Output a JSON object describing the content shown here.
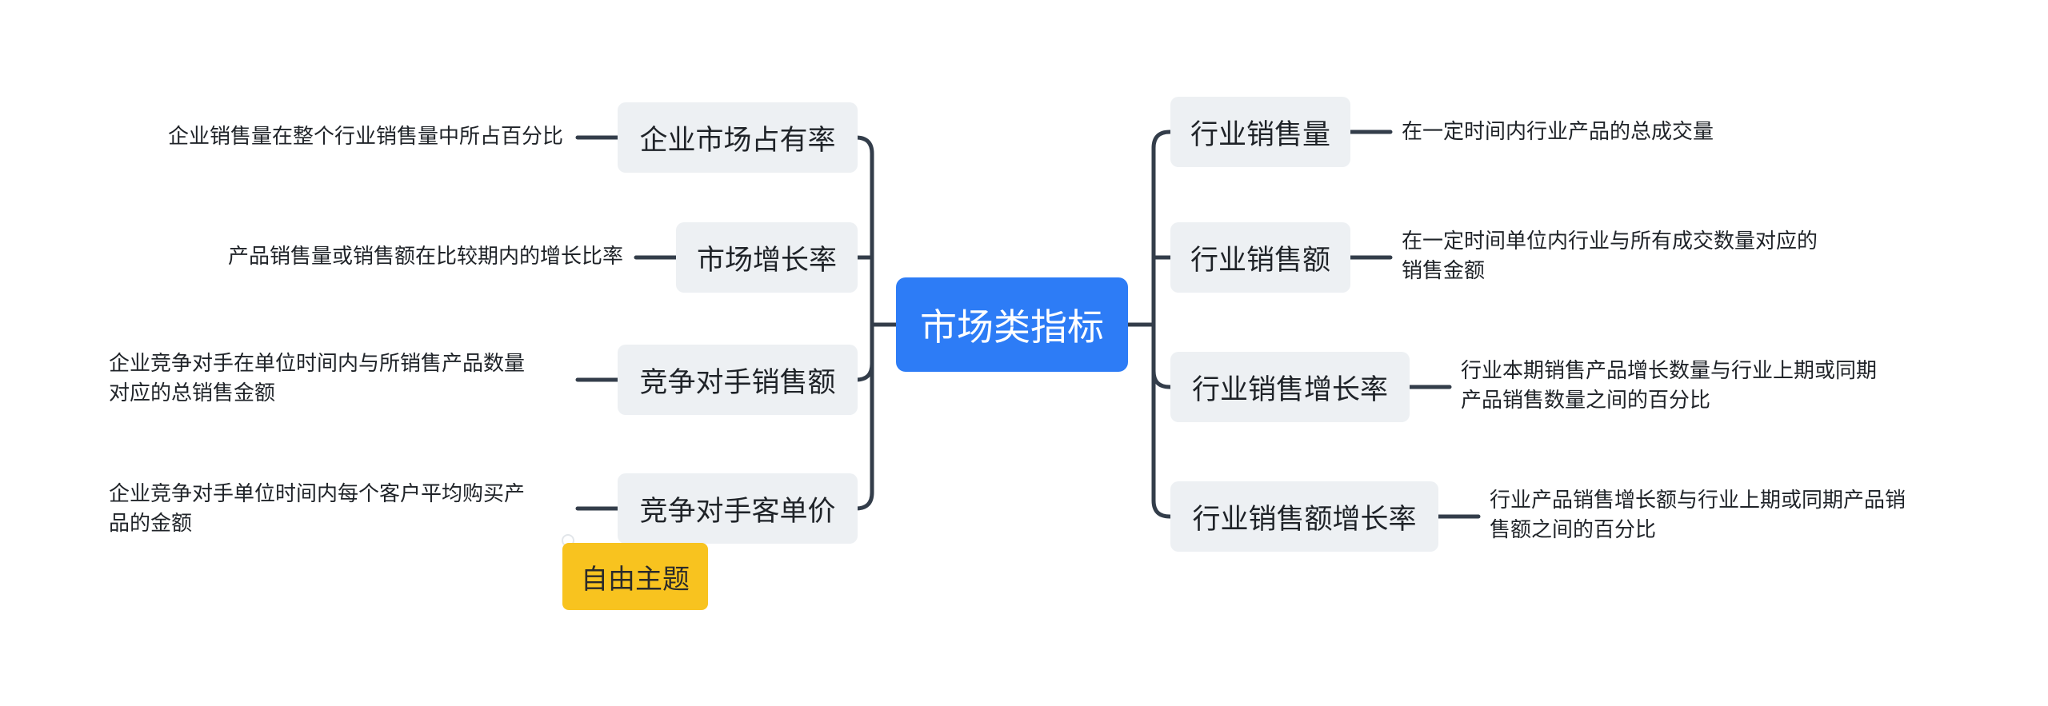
{
  "root": {
    "label": "市场类指标"
  },
  "left_branches": [
    {
      "label": "企业市场占有率",
      "desc": [
        "企业销售量在整个行业销售量中所占百分比"
      ]
    },
    {
      "label": "市场增长率",
      "desc": [
        "产品销售量或销售额在比较期内的增长比率"
      ]
    },
    {
      "label": "竞争对手销售额",
      "desc": [
        "企业竞争对手在单位时间内与所销售产品数量",
        "对应的总销售金额"
      ]
    },
    {
      "label": "竞争对手客单价",
      "desc": [
        "企业竞争对手单位时间内每个客户平均购买产",
        "品的金额"
      ]
    }
  ],
  "right_branches": [
    {
      "label": "行业销售量",
      "desc": [
        "在一定时间内行业产品的总成交量"
      ]
    },
    {
      "label": "行业销售额",
      "desc": [
        "在一定时间单位内行业与所有成交数量对应的",
        "销售金额"
      ]
    },
    {
      "label": "行业销售增长率",
      "desc": [
        "行业本期销售产品增长数量与行业上期或同期",
        "产品销售数量之间的百分比"
      ]
    },
    {
      "label": "行业销售额增长率",
      "desc": [
        "行业产品销售增长额与行业上期或同期产品销",
        "售额之间的百分比"
      ]
    }
  ],
  "floating_topic": {
    "label": "自由主题"
  },
  "colors": {
    "root": "#2d7cf6",
    "topic": "#edf0f3",
    "floating_topic": "#f8c31f",
    "connector": "#333d4a"
  }
}
